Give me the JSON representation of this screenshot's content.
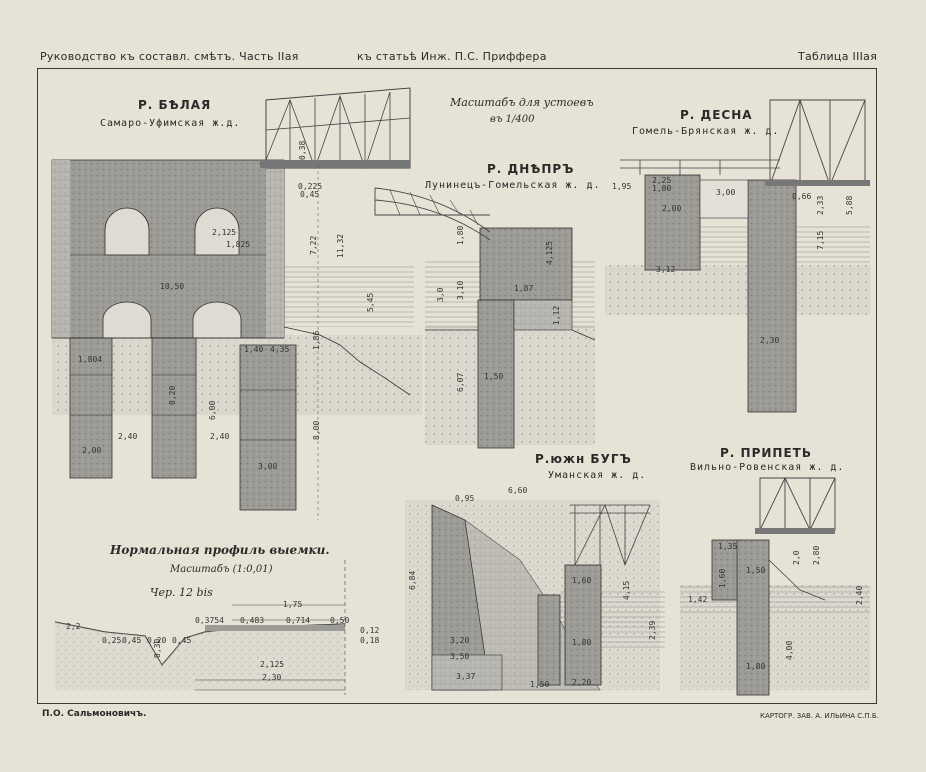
{
  "header": {
    "left": "Руководство къ составл. смѣтъ. Часть IIая",
    "center": "къ статьѣ Инж. П.С. Приффера",
    "right": "Таблица IIIая"
  },
  "scale_note": {
    "line1": "Масштабъ для устоевъ",
    "line2": "въ 1/400"
  },
  "bridges": {
    "belaya": {
      "title": "Р. БѢЛАЯ",
      "subtitle": "Самаро-Уфимская ж.д."
    },
    "dnepr": {
      "title": "Р. ДНѢПРЪ",
      "subtitle": "Лунинецъ-Гомельская ж. д."
    },
    "desna": {
      "title": "Р. ДЕСНА",
      "subtitle": "Гомель-Брянская ж. д."
    },
    "bug": {
      "title": "Р.южн БУГЪ",
      "subtitle": "Уманская ж. д."
    },
    "pripyat": {
      "title": "Р. ПРИПЕТЬ",
      "subtitle": "Вильно-Ровенская ж. д."
    }
  },
  "profile": {
    "title": "Нормальная профиль выемки.",
    "scale": "Масштабъ (1:0,01)",
    "drawing_no": "Чер. 12 bis"
  },
  "dims_belaya": [
    "10,50",
    "1,804",
    "2,40",
    "2,40",
    "6,00",
    "0,20",
    "2,00",
    "3,00",
    "1,40",
    "4,35",
    "2,125",
    "1,825",
    "7,22",
    "11,32",
    "0,225",
    "0,45",
    "1,86",
    "5,45",
    "8,00",
    "0,38"
  ],
  "dims_dnepr": [
    "1,87",
    "1,50",
    "1,12",
    "6,07",
    "1,80",
    "3,10",
    "3,0",
    "4,125"
  ],
  "dims_desna": [
    "2,00",
    "3,00",
    "2,30",
    "1,95",
    "2,33",
    "5,88",
    "0,66",
    "7,15",
    "3,12",
    "2,25",
    "1,80"
  ],
  "dims_bug": [
    "6,60",
    "0,95",
    "3,20",
    "3,50",
    "3,37",
    "1,50",
    "1,80",
    "2,20",
    "4,15",
    "2,39",
    "1,60",
    "6,84"
  ],
  "dims_pripyat": [
    "1,60",
    "1,50",
    "1,42",
    "1,80",
    "2,80",
    "2,40",
    "4,00",
    "2,0",
    "1,35"
  ],
  "dims_profile": [
    "1,75",
    "0,714",
    "0,50",
    "0,483",
    "0,3754",
    "0,25",
    "0,45",
    "0,20",
    "0,45",
    "2,125",
    "2,30",
    "0,12",
    "0,18",
    "2,2",
    "0,30"
  ],
  "footer": {
    "left": "П.О. Сальмоновичъ.",
    "right": "КАРТОГР. ЗАВ. А. ИЛЬИНА С.П.Б."
  }
}
